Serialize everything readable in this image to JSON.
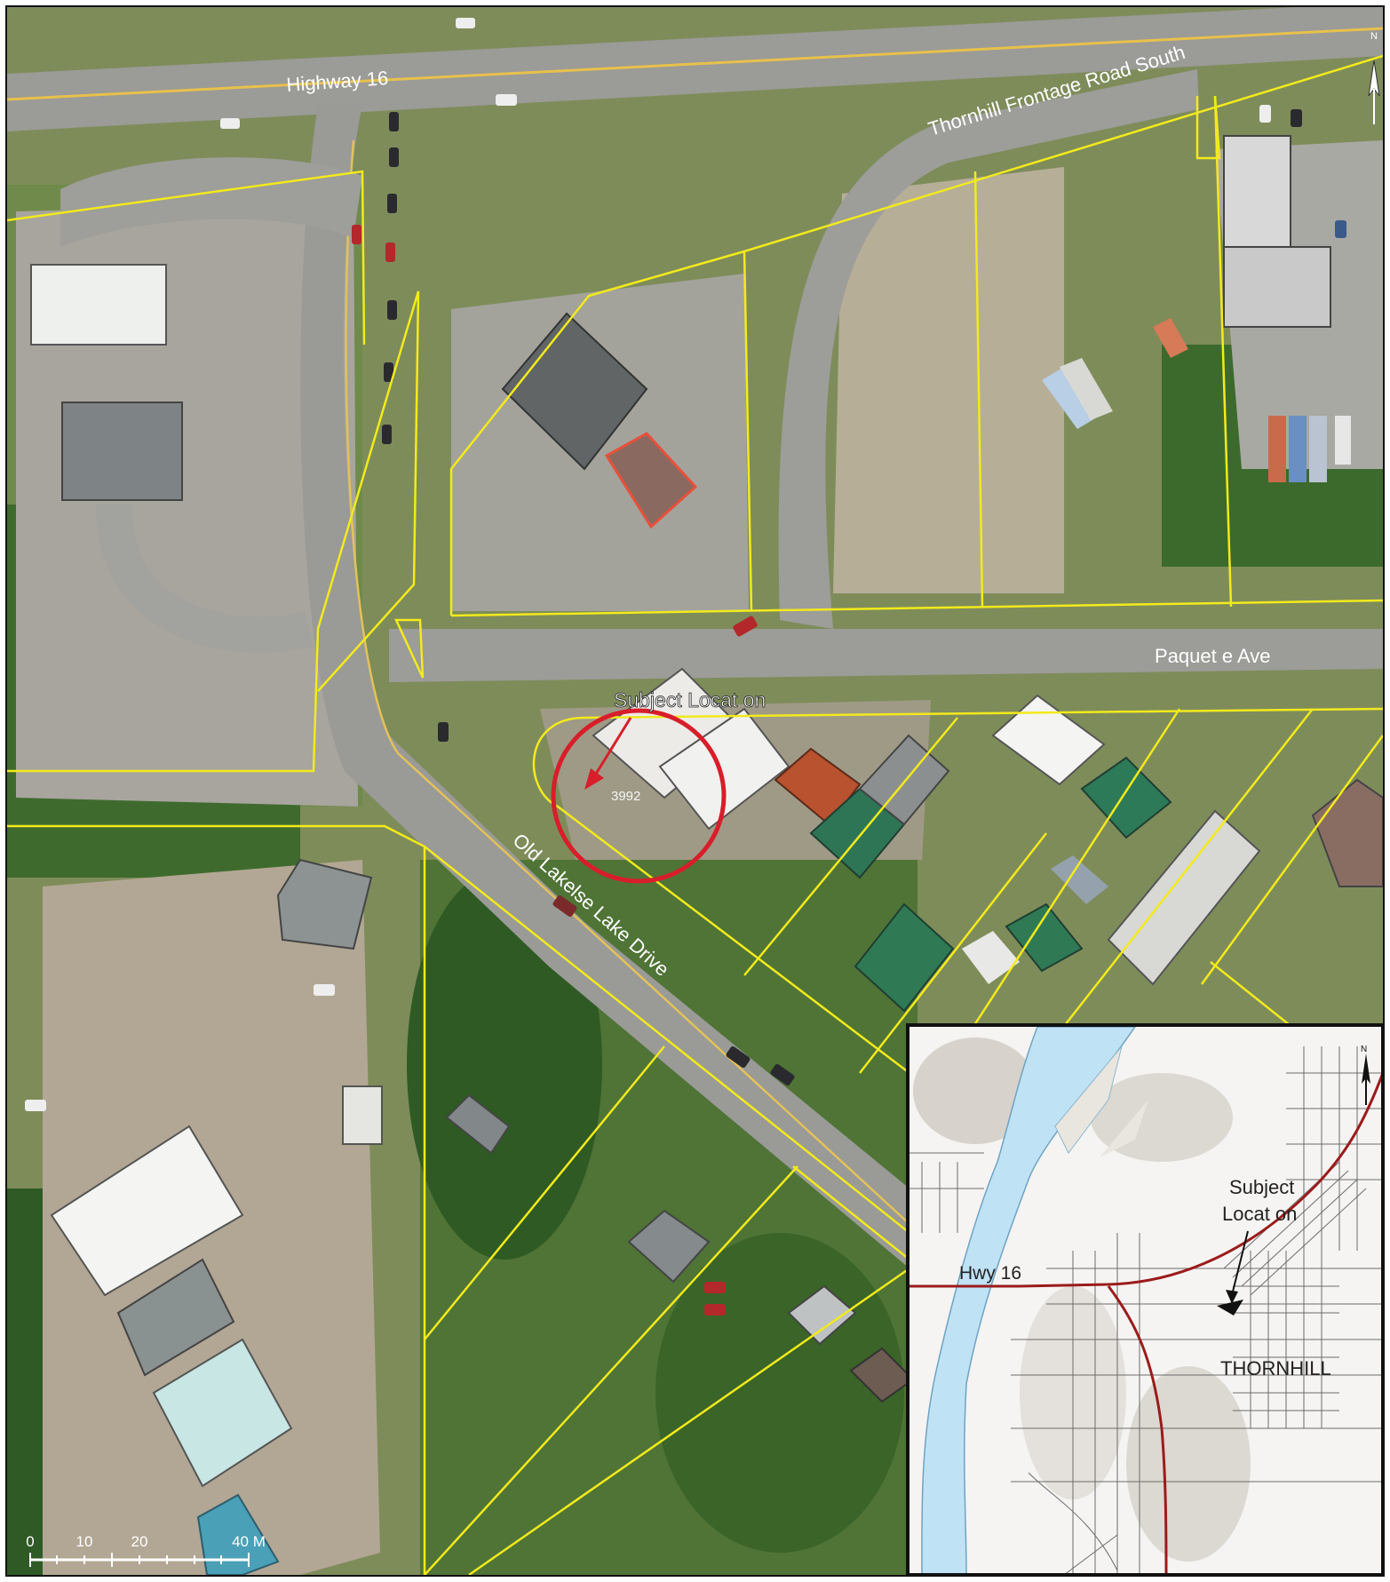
{
  "map": {
    "roads": {
      "highway": "Highway 16",
      "frontage": "Thornhill Frontage Road South",
      "avenue": "Paquet e Ave",
      "drive": "Old Lakelse Lake Drive"
    },
    "subject": {
      "label": "Subject Locat on",
      "number": "3992"
    },
    "north_label": "N",
    "scale": {
      "ticks": [
        "0",
        "10",
        "20",
        "40 M"
      ]
    },
    "colors": {
      "parcel": "#f2ea1c",
      "subject_circle": "#d81e2a",
      "highway": "#9b1b1b",
      "water": "#bfe2f5"
    }
  },
  "inset": {
    "hwy_label": "Hwy 16",
    "subject_line1": "Subject",
    "subject_line2": "Locat on",
    "town": "THORNHILL",
    "north_label": "N"
  }
}
